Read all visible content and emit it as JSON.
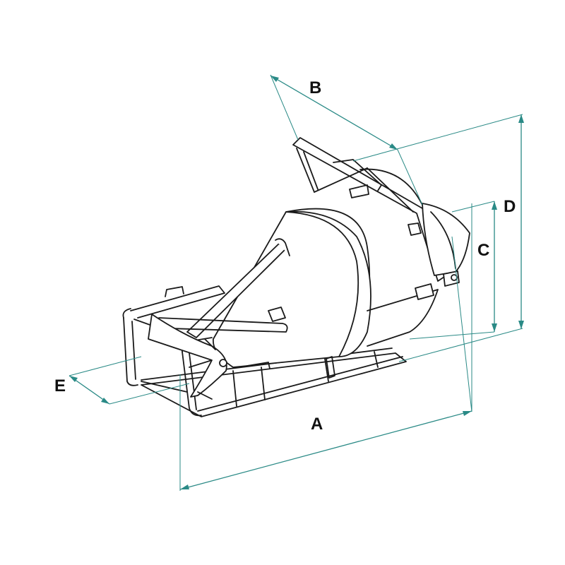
{
  "dimensions": {
    "A": "A",
    "B": "B",
    "C": "C",
    "D": "D",
    "E": "E"
  },
  "colors": {
    "dimension_line": "#2a8a86",
    "drawing_ink": "#1a1a1a",
    "background": "#ffffff"
  }
}
